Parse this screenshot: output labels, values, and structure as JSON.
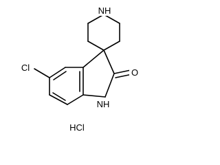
{
  "molecule": {
    "atom_labels": {
      "piperidine_nh": "NH",
      "carbonyl_o": "O",
      "indole_nh": "NH",
      "chlorine": "Cl"
    },
    "salt": "HCl"
  }
}
